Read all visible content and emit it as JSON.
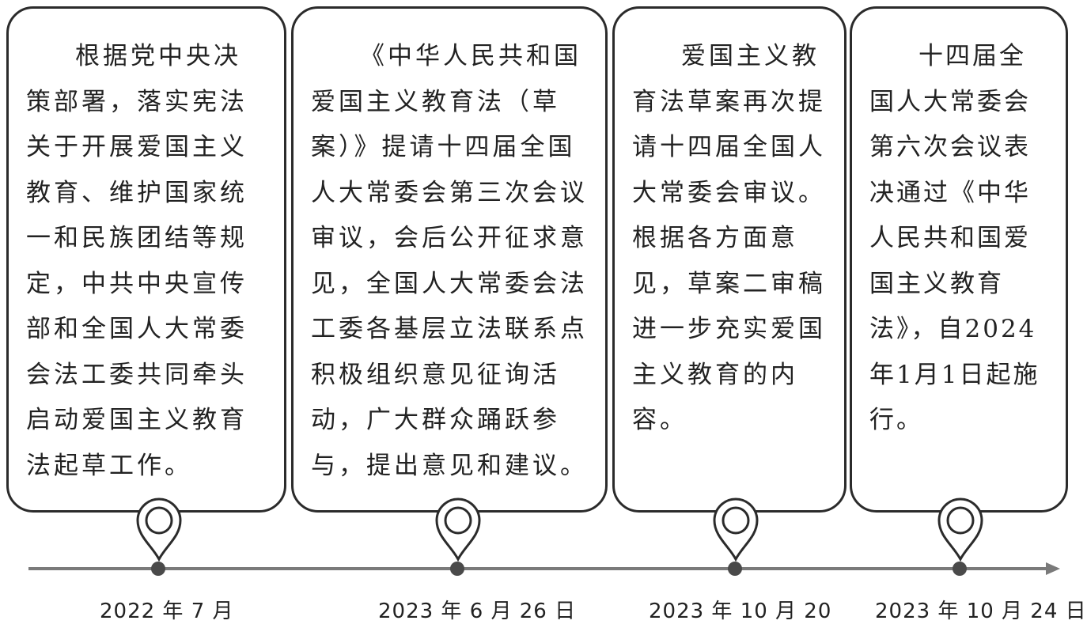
{
  "timeline": {
    "events": [
      {
        "date": "2022 年 7 月",
        "text": "根据党中央决策部署，落实宪法关于开展爱国主义教育、维护国家统一和民族团结等规定，中共中央宣传部和全国人大常委会法工委共同牵头启动爱国主义教育法起草工作。"
      },
      {
        "date": "2023 年 6 月 26 日",
        "text": "《中华人民共和国爱国主义教育法（草案）》提请十四届全国人大常委会第三次会议审议，会后公开征求意见，全国人大常委会法工委各基层立法联系点积极组织意见征询活动，广大群众踊跃参与，提出意见和建议。"
      },
      {
        "date": "2023 年 10 月 20",
        "text": "爱国主义教育法草案再次提请十四届全国人大常委会审议。根据各方面意见，草案二审稿进一步充实爱国主义教育的内容。"
      },
      {
        "date": "2023 年 10 月 24 日",
        "text": "十四届全国人大常委会第六次会议表决通过《中华人民共和国爱国主义教育法》，自2024年1月1日起施行。"
      }
    ]
  }
}
